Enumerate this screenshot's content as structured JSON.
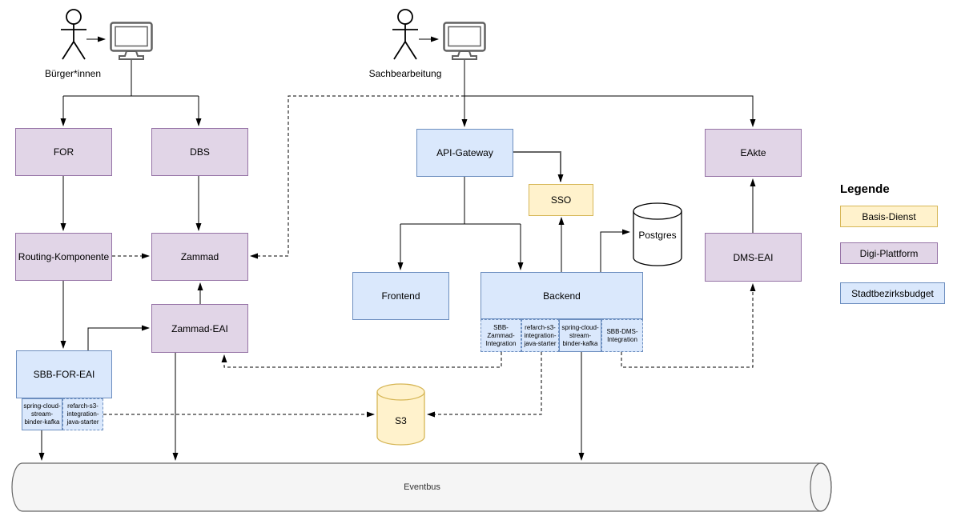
{
  "diagram": {
    "actors": [
      {
        "label": "Bürger*innen"
      },
      {
        "label": "Sachbearbeitung"
      }
    ],
    "nodes": {
      "for": {
        "label": "FOR",
        "type": "digi"
      },
      "dbs": {
        "label": "DBS",
        "type": "digi"
      },
      "routing": {
        "label": "Routing-Komponente",
        "type": "digi"
      },
      "zammad": {
        "label": "Zammad",
        "type": "digi"
      },
      "zammad_eai": {
        "label": "Zammad-EAI",
        "type": "digi"
      },
      "sbb_for_eai": {
        "label": "SBB-FOR-EAI",
        "type": "sbb"
      },
      "api_gateway": {
        "label": "API-Gateway",
        "type": "sbb"
      },
      "sso": {
        "label": "SSO",
        "type": "basis"
      },
      "frontend": {
        "label": "Frontend",
        "type": "sbb"
      },
      "backend": {
        "label": "Backend",
        "type": "sbb"
      },
      "postgres": {
        "label": "Postgres",
        "type": "plain"
      },
      "s3": {
        "label": "S3",
        "type": "basis"
      },
      "eakte": {
        "label": "EAkte",
        "type": "digi"
      },
      "dms_eai": {
        "label": "DMS-EAI",
        "type": "digi"
      },
      "eventbus": {
        "label": "Eventbus",
        "type": "bus"
      }
    },
    "modules": {
      "sbb_for_eai": [
        {
          "label": "spring-cloud-stream-binder-kafka",
          "border": "solid"
        },
        {
          "label": "refarch-s3-integration-java-starter",
          "border": "dashed"
        }
      ],
      "backend": [
        {
          "label": "SBB-Zammad-Integration",
          "border": "dashed"
        },
        {
          "label": "refarch-s3-integration-java-starter",
          "border": "dashed"
        },
        {
          "label": "spring-cloud-stream-binder-kafka",
          "border": "solid"
        },
        {
          "label": "SBB-DMS-Integration",
          "border": "dashed"
        }
      ]
    },
    "legend": {
      "title": "Legende",
      "items": [
        {
          "label": "Basis-Dienst",
          "type": "basis"
        },
        {
          "label": "Digi-Plattform",
          "type": "digi"
        },
        {
          "label": "Stadtbezirksbudget",
          "type": "sbb"
        }
      ]
    },
    "colors": {
      "basis_fill": "#FFF2CC",
      "basis_stroke": "#D6B656",
      "digi_fill": "#E1D5E7",
      "digi_stroke": "#9673A6",
      "sbb_fill": "#DAE8FC",
      "sbb_stroke": "#6C8EBF",
      "bus_fill": "#F5F5F5",
      "bus_stroke": "#666666"
    }
  }
}
